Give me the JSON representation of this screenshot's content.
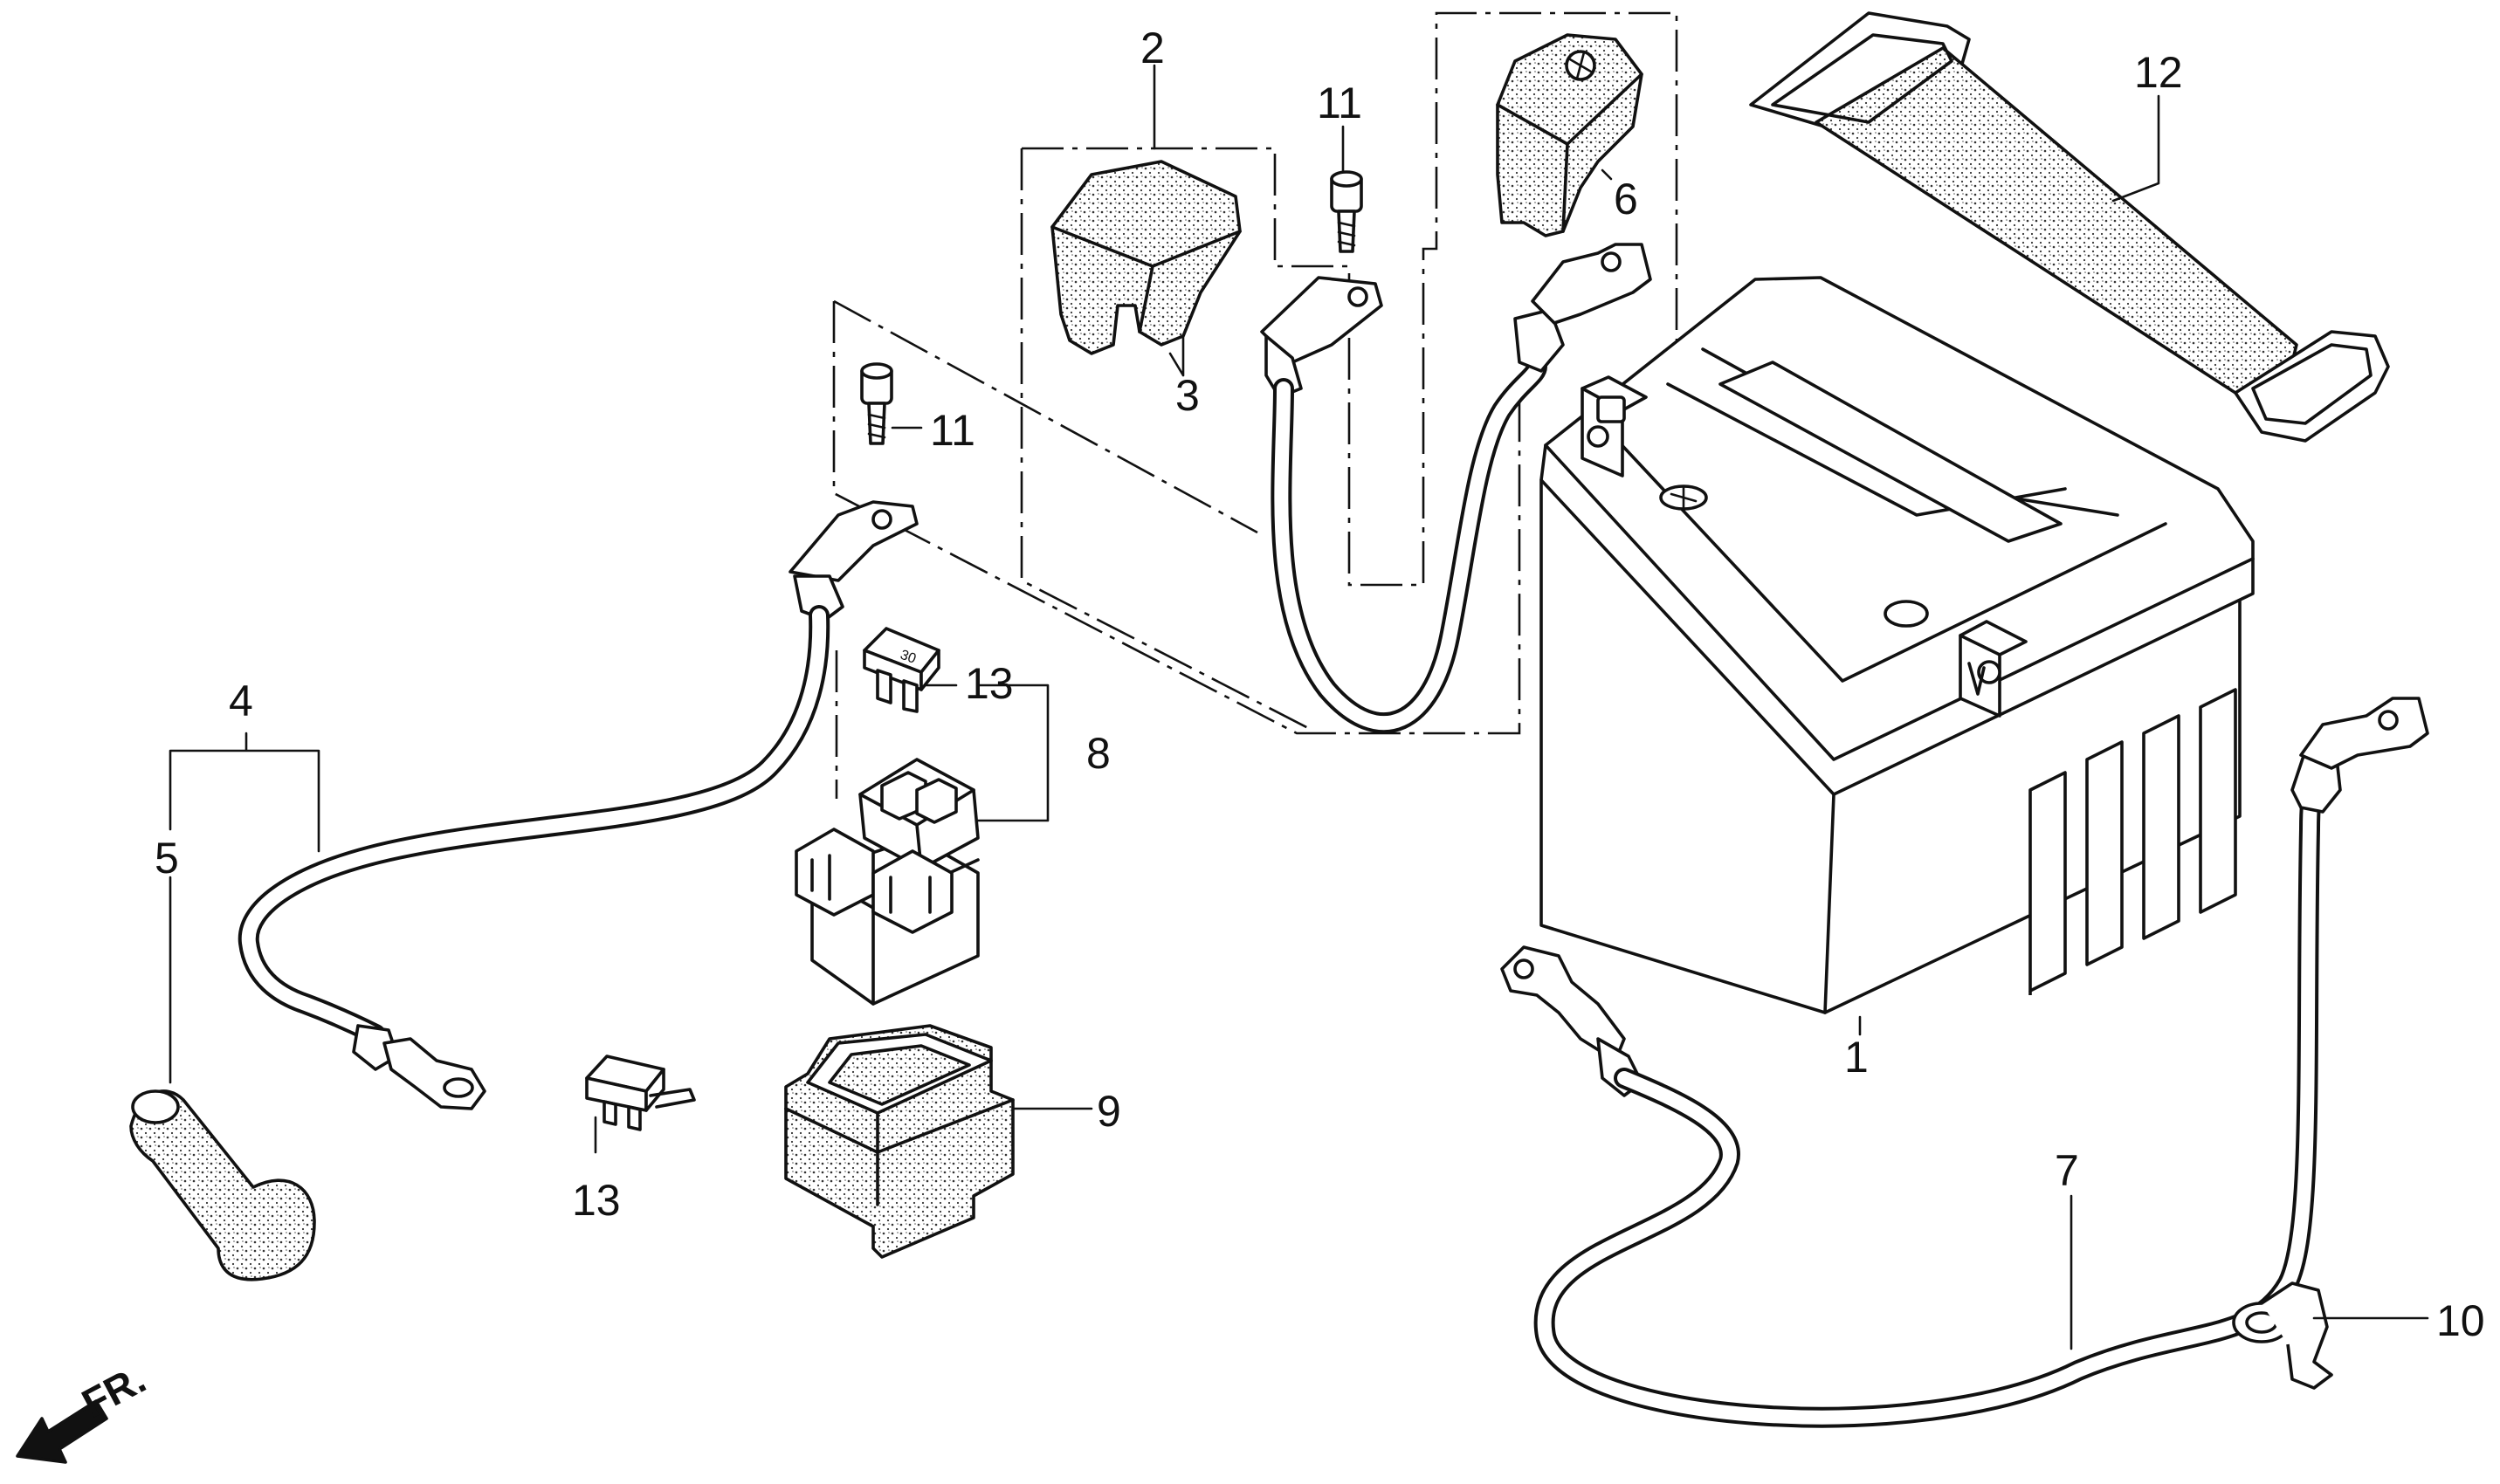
{
  "callouts": [
    {
      "id": "1",
      "label": "1"
    },
    {
      "id": "2",
      "label": "2"
    },
    {
      "id": "3",
      "label": "3"
    },
    {
      "id": "4",
      "label": "4"
    },
    {
      "id": "5",
      "label": "5"
    },
    {
      "id": "6",
      "label": "6"
    },
    {
      "id": "7",
      "label": "7"
    },
    {
      "id": "8",
      "label": "8"
    },
    {
      "id": "9",
      "label": "9"
    },
    {
      "id": "10",
      "label": "10"
    },
    {
      "id": "11a",
      "label": "11"
    },
    {
      "id": "11b",
      "label": "11"
    },
    {
      "id": "12",
      "label": "12"
    },
    {
      "id": "13a",
      "label": "13"
    },
    {
      "id": "13b",
      "label": "13"
    }
  ],
  "direction_marker": {
    "label": "FR.",
    "icon": "front-arrow-icon"
  },
  "fuse": {
    "rating": "30"
  }
}
